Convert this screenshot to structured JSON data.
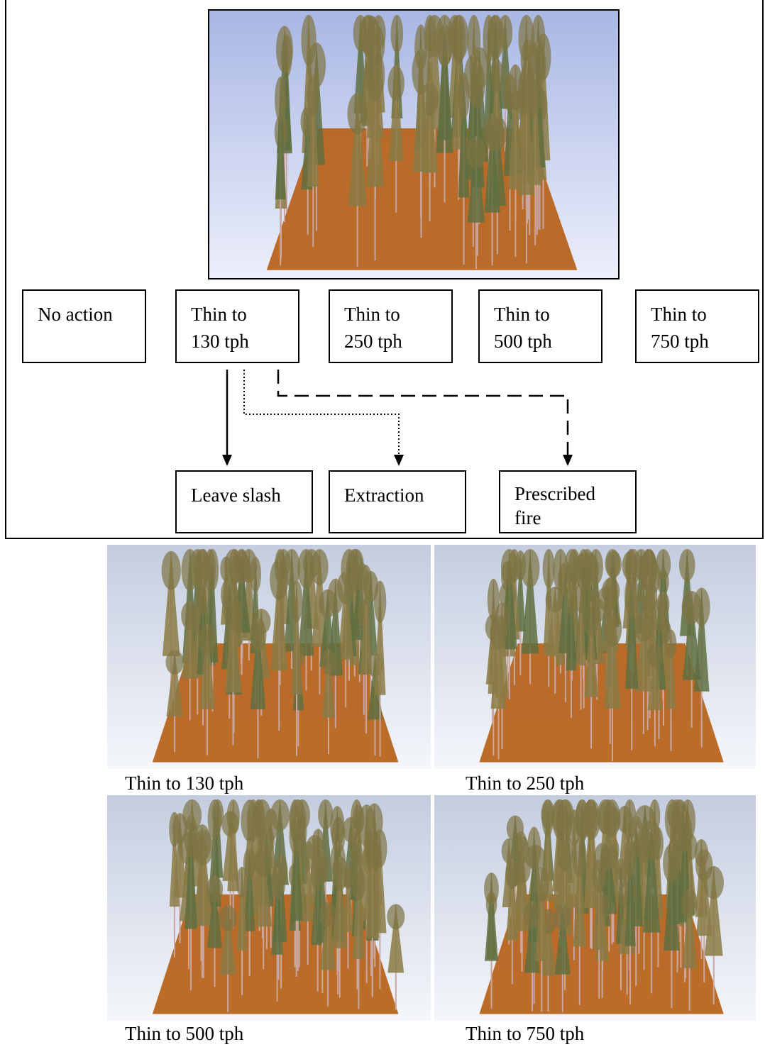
{
  "treatments": [
    {
      "line1": "No action",
      "line2": ""
    },
    {
      "line1": "Thin to",
      "line2": "130 tph"
    },
    {
      "line1": "Thin to",
      "line2": "250 tph"
    },
    {
      "line1": "Thin to",
      "line2": "500 tph"
    },
    {
      "line1": "Thin to",
      "line2": "750 tph"
    }
  ],
  "followups": [
    {
      "label": "Leave slash",
      "line2": "",
      "connector": "solid"
    },
    {
      "label": "Extraction",
      "line2": "",
      "connector": "dotted"
    },
    {
      "label": "Prescribed",
      "line2": "fire",
      "connector": "dashed"
    }
  ],
  "captions": [
    "Thin to 130 tph",
    "Thin to 250 tph",
    "Thin to 500 tph",
    "Thin to 750 tph"
  ],
  "colors": {
    "sky_top": "#a9b7e4",
    "sky_bottom": "#eceffb",
    "soil": "#b8641e",
    "foliage": "#5f6e40",
    "trunk": "#c9a7a0"
  }
}
